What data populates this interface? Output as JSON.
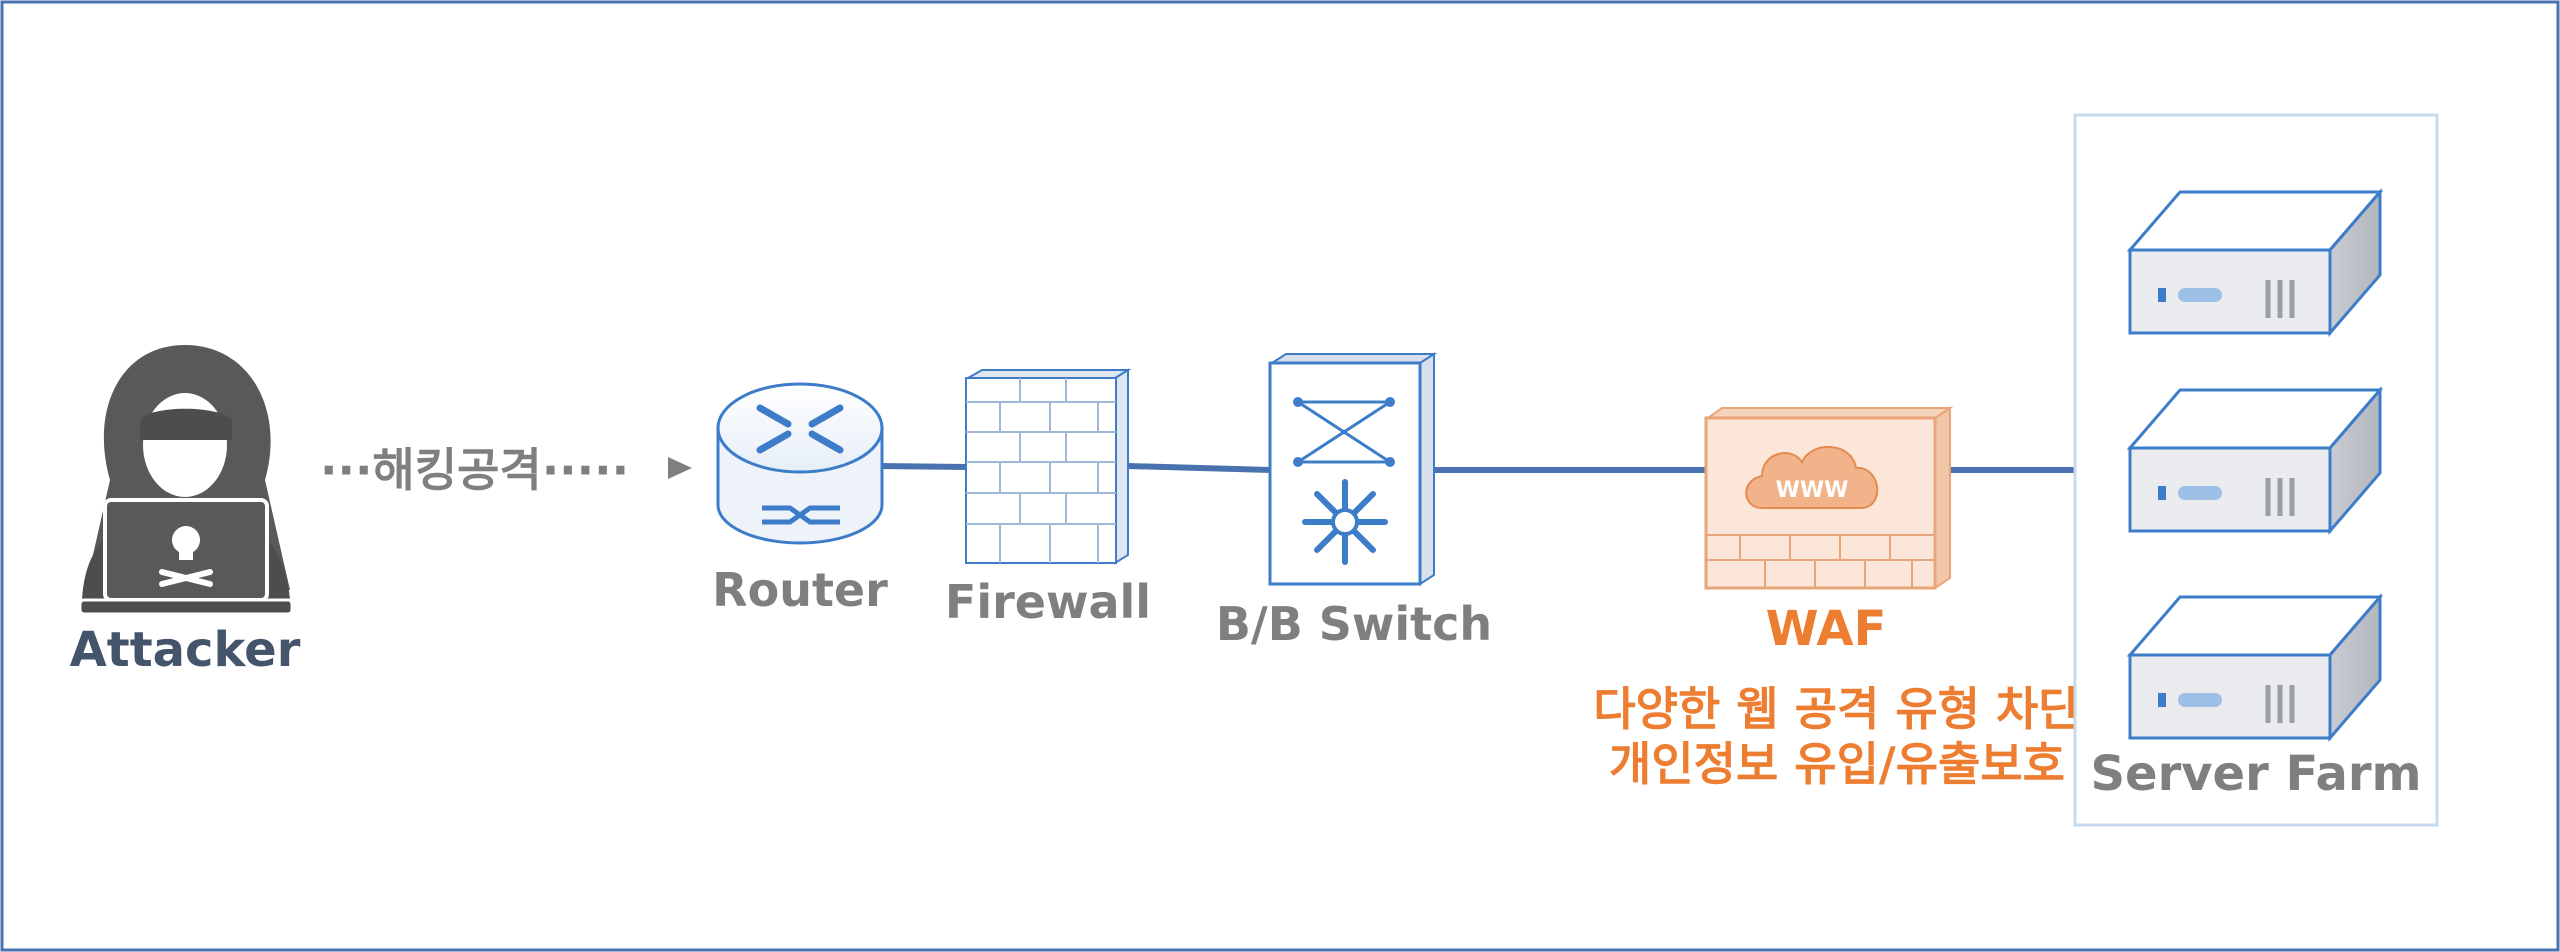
{
  "colors": {
    "frame": "#4a72b0",
    "link": "#4a72b0",
    "device_blue": "#3d7cc9",
    "label_gray": "#7f7f7f",
    "attacker": "#44546a",
    "waf": "#ed7d31"
  },
  "attacker": {
    "label": "Attacker",
    "icon": "hacker-icon"
  },
  "attack_arrow": {
    "label": "···해킹공격·····"
  },
  "router": {
    "label": "Router",
    "icon": "router-icon"
  },
  "firewall": {
    "label": "Firewall",
    "icon": "firewall-icon"
  },
  "switch": {
    "label": "B/B Switch",
    "icon": "switch-icon"
  },
  "waf": {
    "label": "WAF",
    "icon": "waf-www-icon",
    "icon_text": "WWW",
    "desc_line1": "다양한 웹 공격 유형 차단",
    "desc_line2": "개인정보 유입/유출보호"
  },
  "server_farm": {
    "label": "Server Farm",
    "icon": "server-icon",
    "server_count": 3
  }
}
